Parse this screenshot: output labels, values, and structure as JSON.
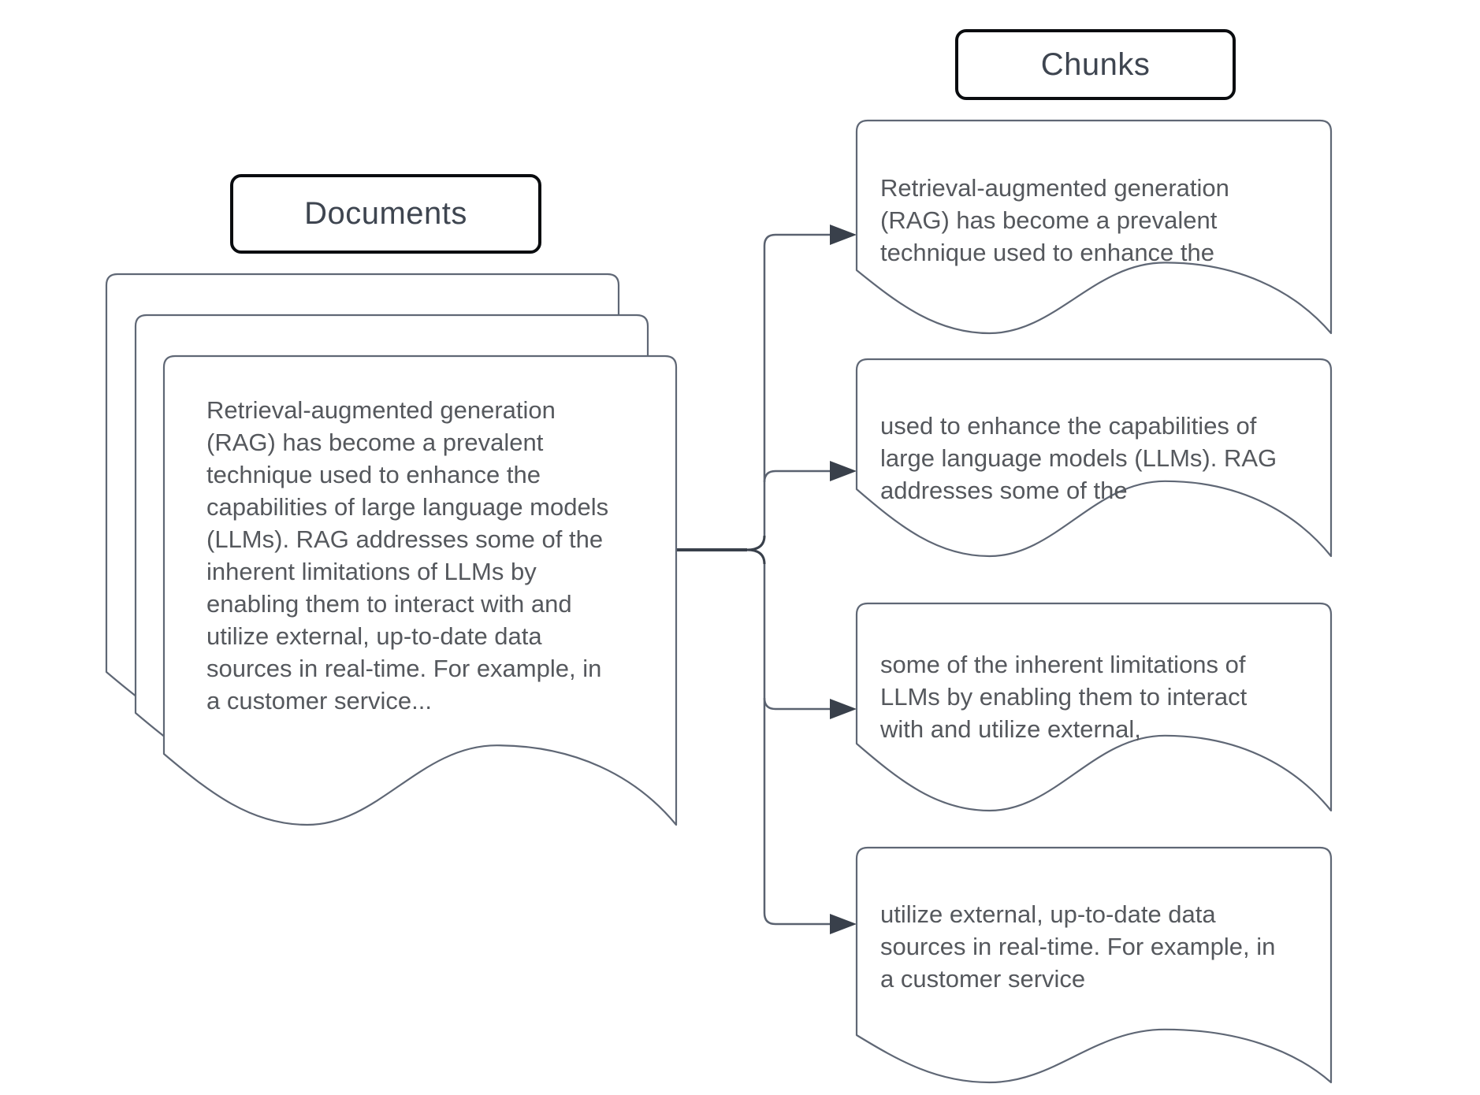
{
  "colors": {
    "background": "#ffffff",
    "shape_border": "#5f6775",
    "label_border": "#0a0c0f",
    "connector": "#5a6270",
    "connector_accent": "#39404b",
    "body_text": "#55585d",
    "label_text": "#3e4550"
  },
  "documents": {
    "label": "Documents",
    "sheet_count": 3,
    "text": "Retrieval-augmented generation\n(RAG) has become a prevalent\ntechnique used to enhance the\ncapabilities of large language models\n(LLMs). RAG addresses some of the\ninherent limitations of LLMs by\nenabling them to interact with and\nutilize external, up-to-date data\nsources in real-time. For example, in\na customer service..."
  },
  "chunks": {
    "label": "Chunks",
    "items": [
      {
        "text": "Retrieval-augmented generation\n(RAG) has become a prevalent\ntechnique used to enhance the"
      },
      {
        "text": "used to enhance the capabilities of\nlarge language models (LLMs). RAG\naddresses some of the"
      },
      {
        "text": "some of the inherent limitations of\nLLMs by enabling them to interact\nwith and utilize external,"
      },
      {
        "text": "utilize external, up-to-date data\nsources in real-time. For example, in\na customer service"
      }
    ]
  }
}
